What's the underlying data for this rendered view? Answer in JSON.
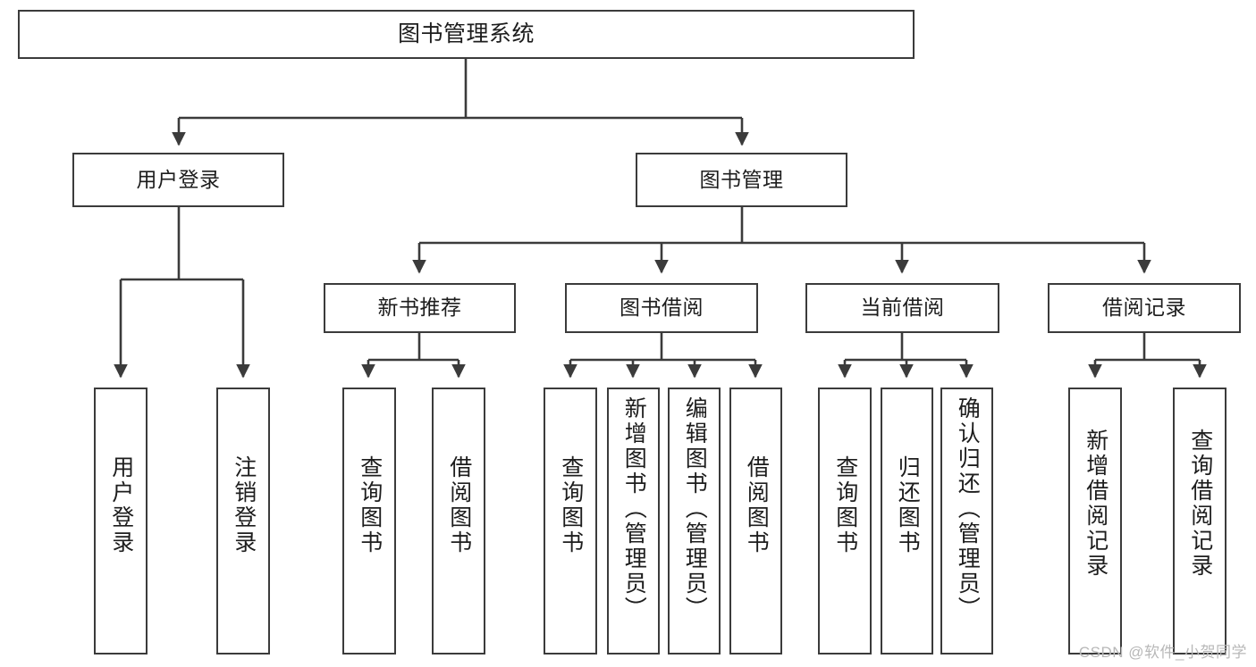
{
  "diagram": {
    "title": "图书管理系统",
    "type": "tree-hierarchy-chart",
    "watermark": "CSDN @软件_小贺同学",
    "colors": {
      "box_border": "#3b3b3b",
      "box_fill": "#ffffff",
      "edge": "#3b3b3b",
      "text": "#1d1d1d",
      "watermark": "#b8b8b8"
    },
    "levels": {
      "root": {
        "label": "图书管理系统"
      },
      "level2": [
        {
          "label": "用户登录"
        },
        {
          "label": "图书管理"
        }
      ],
      "level3": [
        {
          "label": "新书推荐"
        },
        {
          "label": "图书借阅"
        },
        {
          "label": "当前借阅"
        },
        {
          "label": "借阅记录"
        }
      ],
      "leaves": {
        "user_login": [
          {
            "label": "用户登录"
          },
          {
            "label": "注销登录"
          }
        ],
        "new_book_recommend": [
          {
            "label": "查询图书"
          },
          {
            "label": "借阅图书"
          }
        ],
        "book_borrow": [
          {
            "label": "查询图书"
          },
          {
            "label": "新增图书（管理员）"
          },
          {
            "label": "编辑图书（管理员）"
          },
          {
            "label": "借阅图书"
          }
        ],
        "current_borrow": [
          {
            "label": "查询图书"
          },
          {
            "label": "归还图书"
          },
          {
            "label": "确认归还（管理员）"
          }
        ],
        "borrow_record": [
          {
            "label": "新增借阅记录"
          },
          {
            "label": "查询借阅记录"
          }
        ]
      }
    }
  }
}
